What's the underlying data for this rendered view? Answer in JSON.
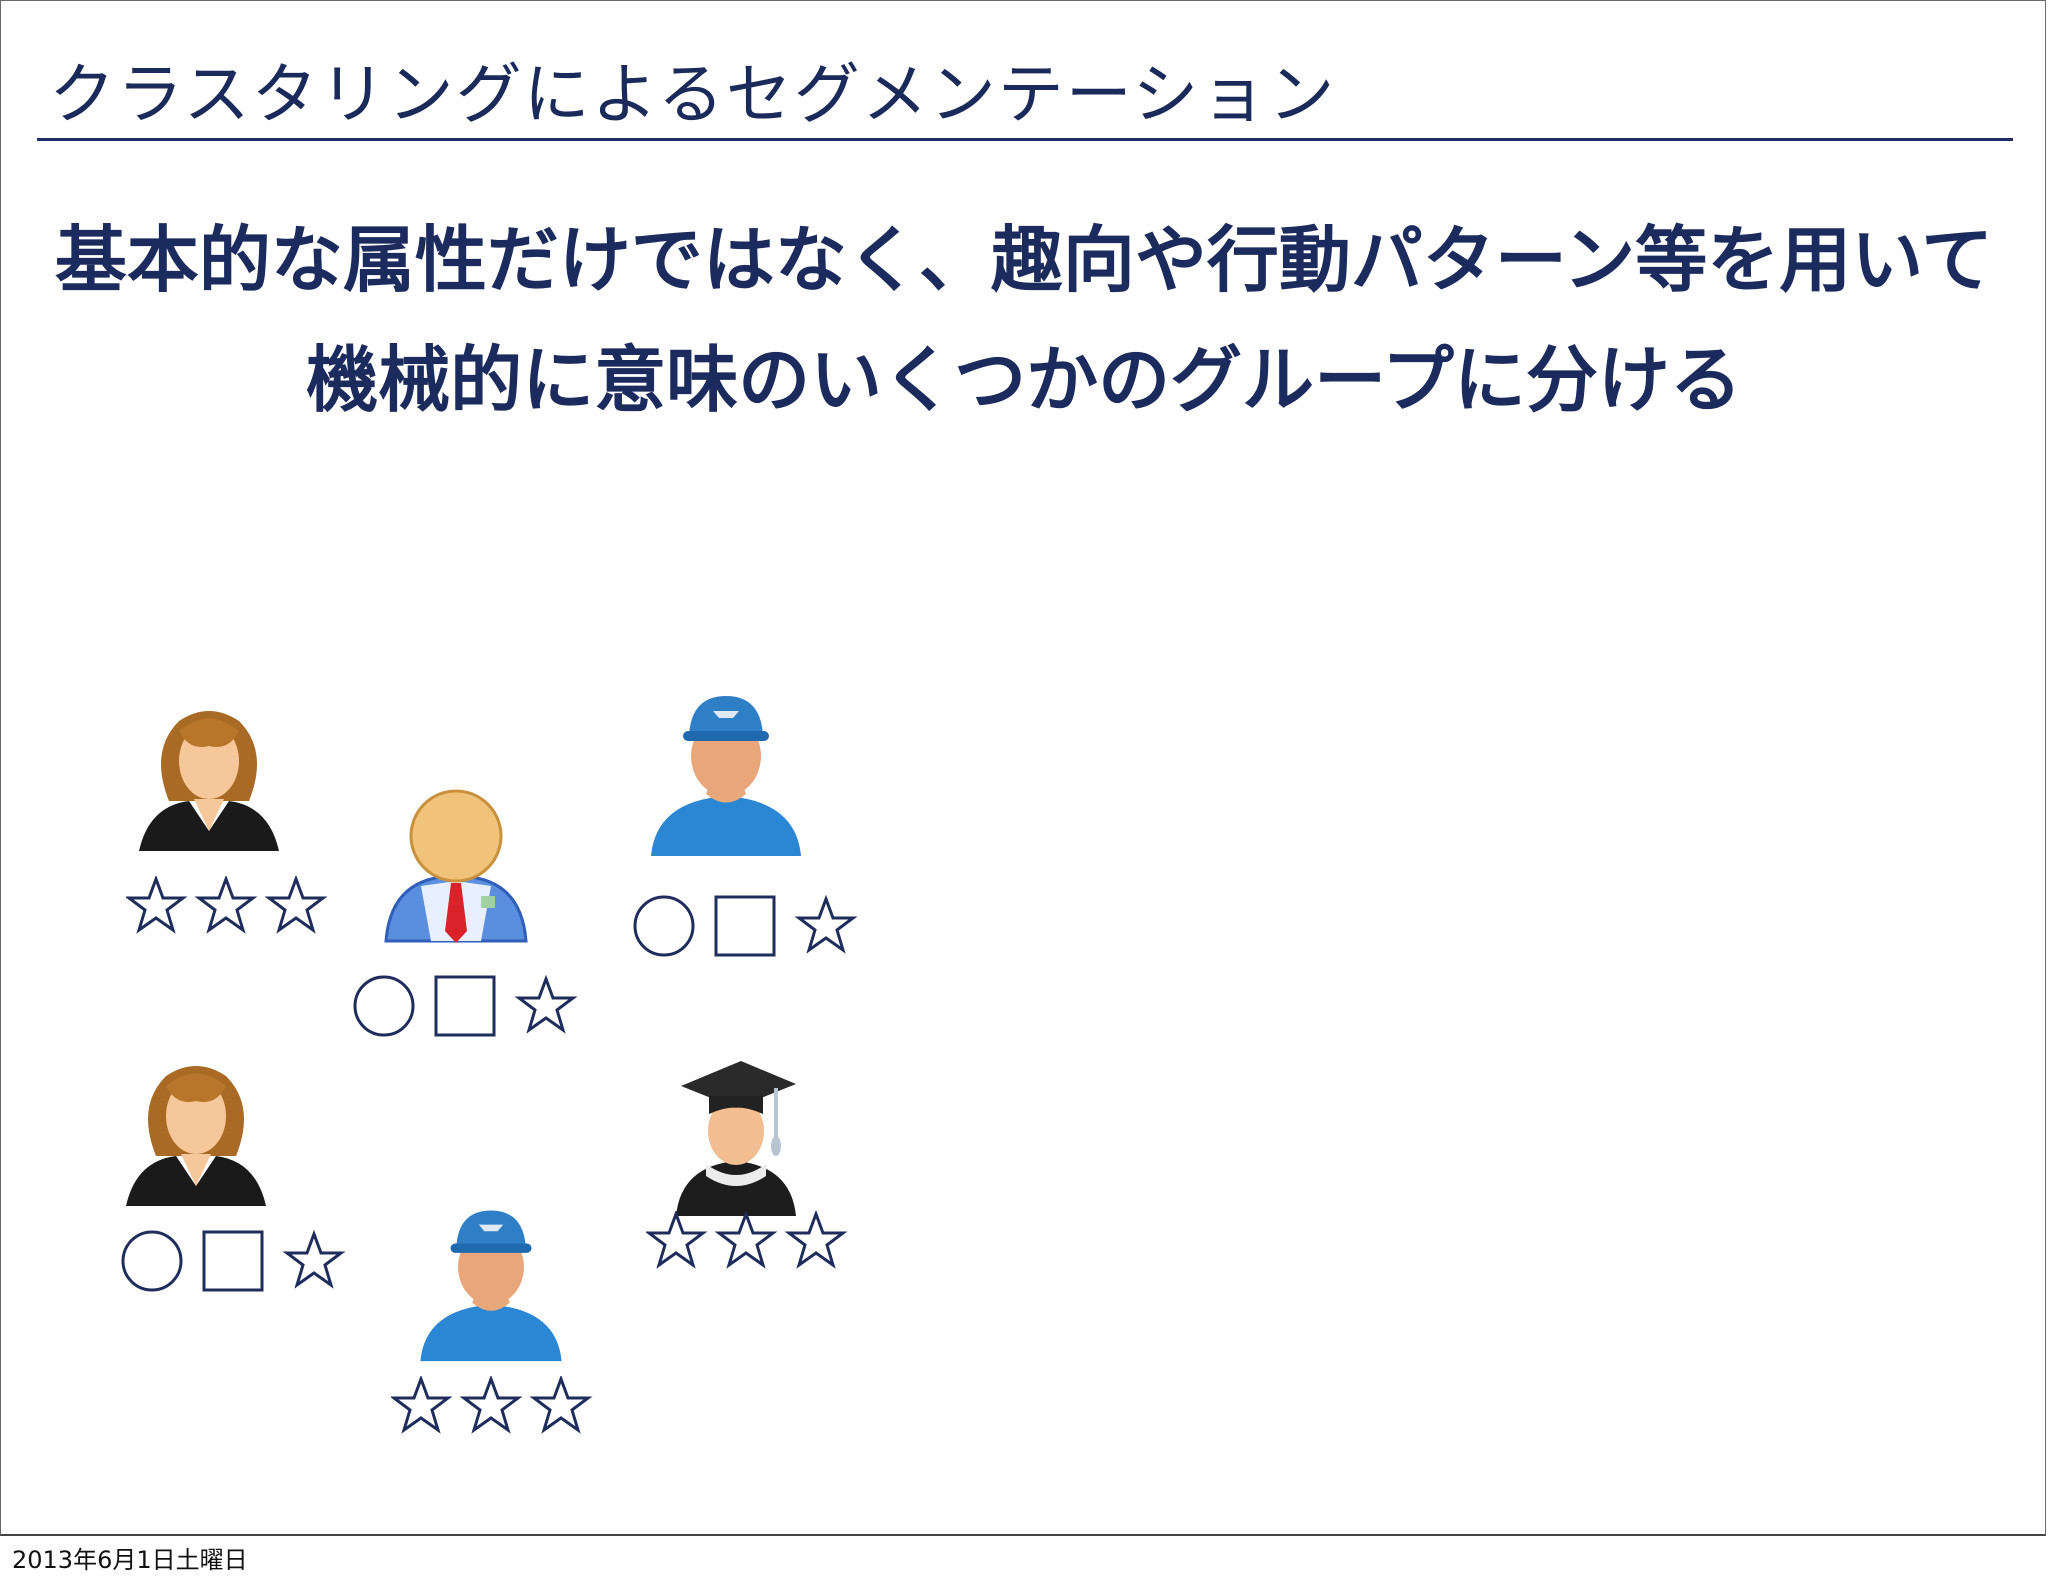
{
  "slide": {
    "title": "クラスタリングによるセグメンテーション",
    "headline_line1": "基本的な属性だけではなく、趣向や行動パターン等を用いて",
    "headline_line2": "機械的に意味のいくつかのグループに分ける",
    "footer_date": "2013年6月1日土曜日"
  },
  "people": [
    {
      "id": "woman-1",
      "icon": "woman-avatar-icon",
      "symbols": [
        "star",
        "star",
        "star"
      ]
    },
    {
      "id": "businessman",
      "icon": "businessman-avatar-icon",
      "symbols": [
        "circle",
        "square",
        "star"
      ]
    },
    {
      "id": "worker-1",
      "icon": "worker-cap-avatar-icon",
      "symbols": [
        "circle",
        "square",
        "star"
      ]
    },
    {
      "id": "woman-2",
      "icon": "woman-avatar-icon",
      "symbols": [
        "circle",
        "square",
        "star"
      ]
    },
    {
      "id": "graduate",
      "icon": "graduate-avatar-icon",
      "symbols": [
        "star",
        "star",
        "star"
      ]
    },
    {
      "id": "worker-2",
      "icon": "worker-cap-avatar-icon",
      "symbols": [
        "star",
        "star",
        "star"
      ]
    }
  ],
  "colors": {
    "title": "#1a2a5a",
    "headline": "#1b2b5d",
    "rule": "#1e2f66",
    "symbol_stroke": "#1f2d5c"
  }
}
